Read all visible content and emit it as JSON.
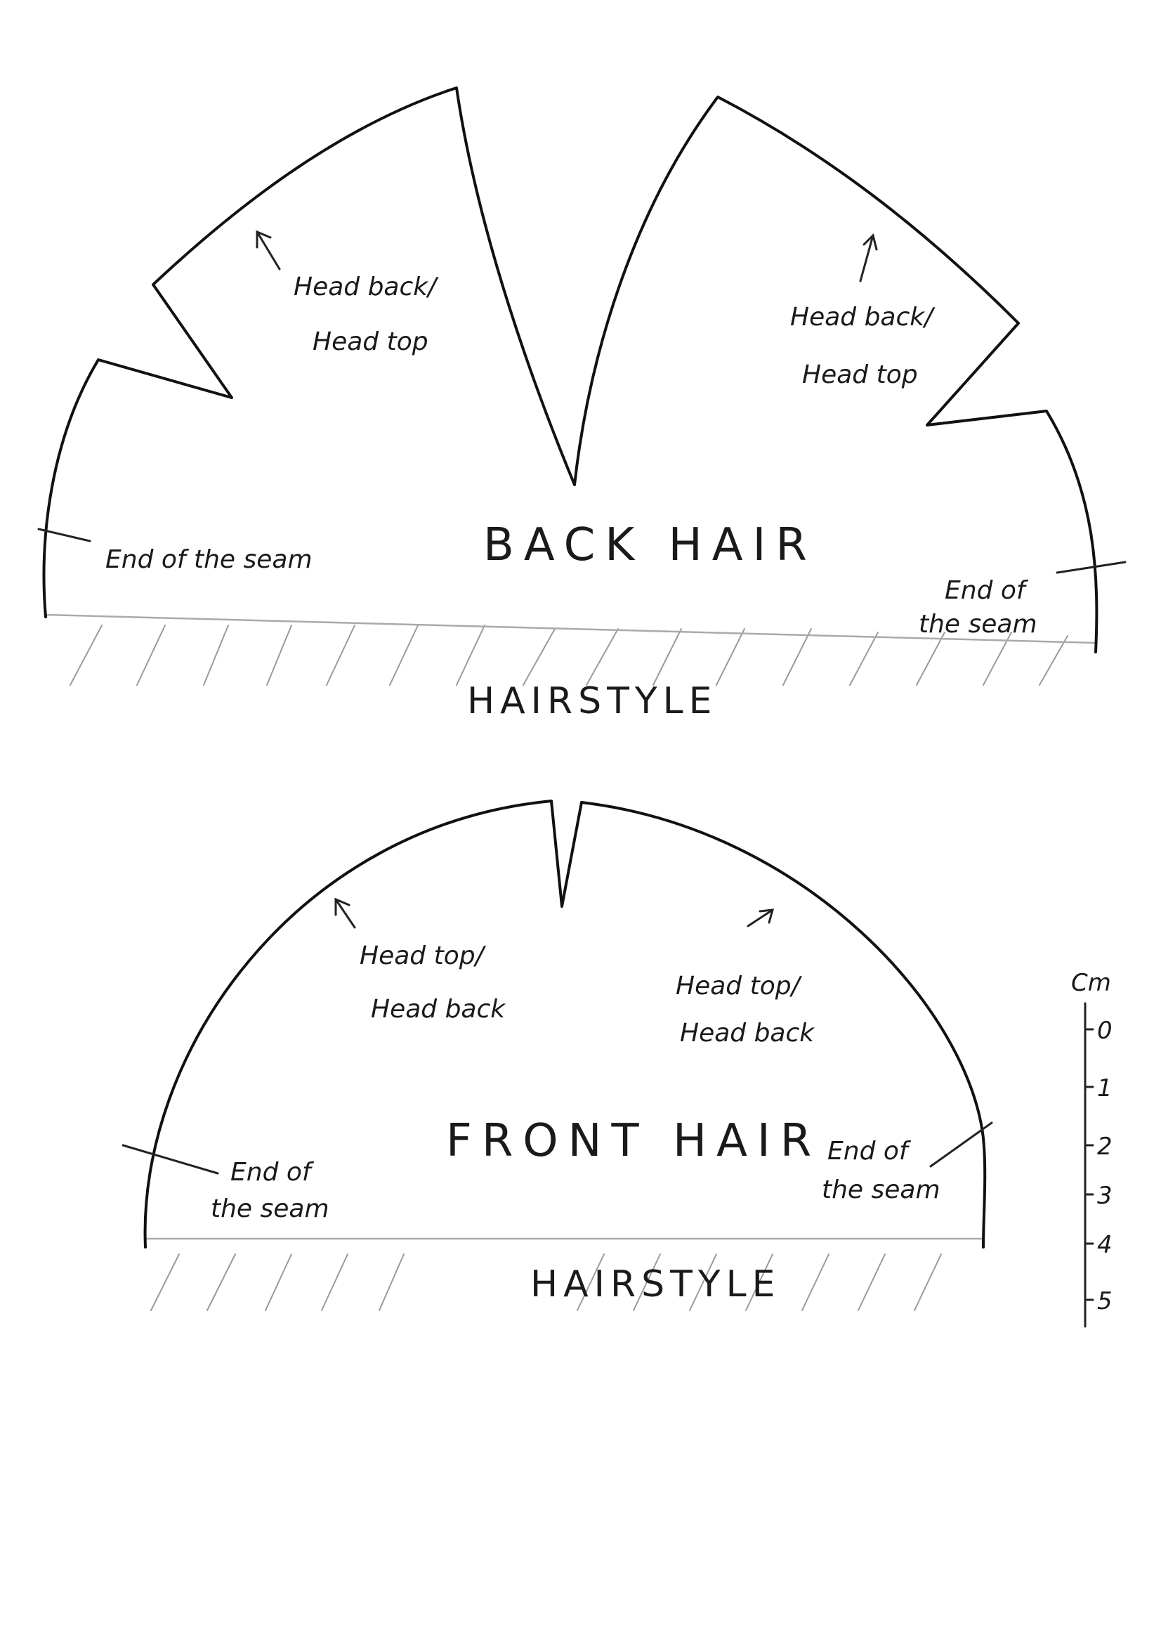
{
  "back_hair": {
    "title": "BACK HAIR",
    "left_note_line1": "Head back/",
    "left_note_line2": "Head top",
    "right_note_line1": "Head back/",
    "right_note_line2": "Head top",
    "left_seam_label": "End of the seam",
    "right_seam_line1": "End of",
    "right_seam_line2": "the seam",
    "hairstyle_label": "HAIRSTYLE"
  },
  "front_hair": {
    "title": "FRONT HAIR",
    "left_note_line1": "Head top/",
    "left_note_line2": "Head back",
    "right_note_line1": "Head top/",
    "right_note_line2": "Head back",
    "left_seam_line1": "End of",
    "left_seam_line2": "the seam",
    "right_seam_line1": "End of",
    "right_seam_line2": "the seam",
    "hairstyle_label": "HAIRSTYLE"
  },
  "scale": {
    "unit": "Cm",
    "ticks": [
      "0",
      "1",
      "2",
      "3",
      "4",
      "5"
    ]
  }
}
